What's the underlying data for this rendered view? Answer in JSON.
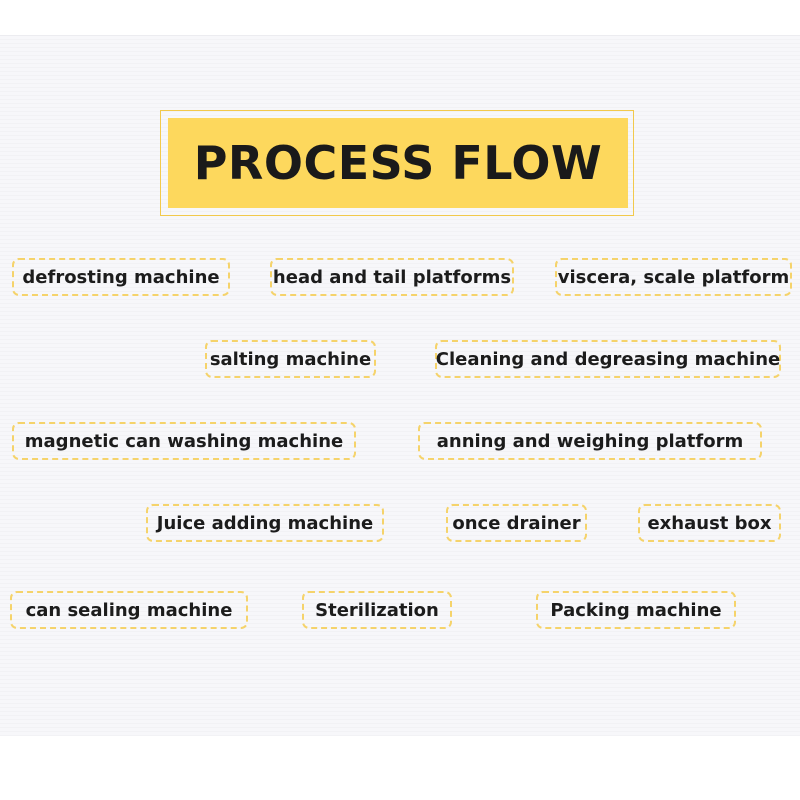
{
  "title": "PROCESS FLOW",
  "colors": {
    "accent_yellow": "#fdd85d",
    "dashed_border": "#f5d36b",
    "text": "#1c1c1c"
  },
  "steps": [
    "defrosting machine",
    "head and tail platforms",
    "viscera, scale platform",
    "salting machine",
    "Cleaning and degreasing machine",
    "magnetic can washing machine",
    "anning and weighing platform",
    "Juice adding machine",
    "once drainer",
    "exhaust box",
    "can sealing machine",
    "Sterilization",
    "Packing machine"
  ]
}
